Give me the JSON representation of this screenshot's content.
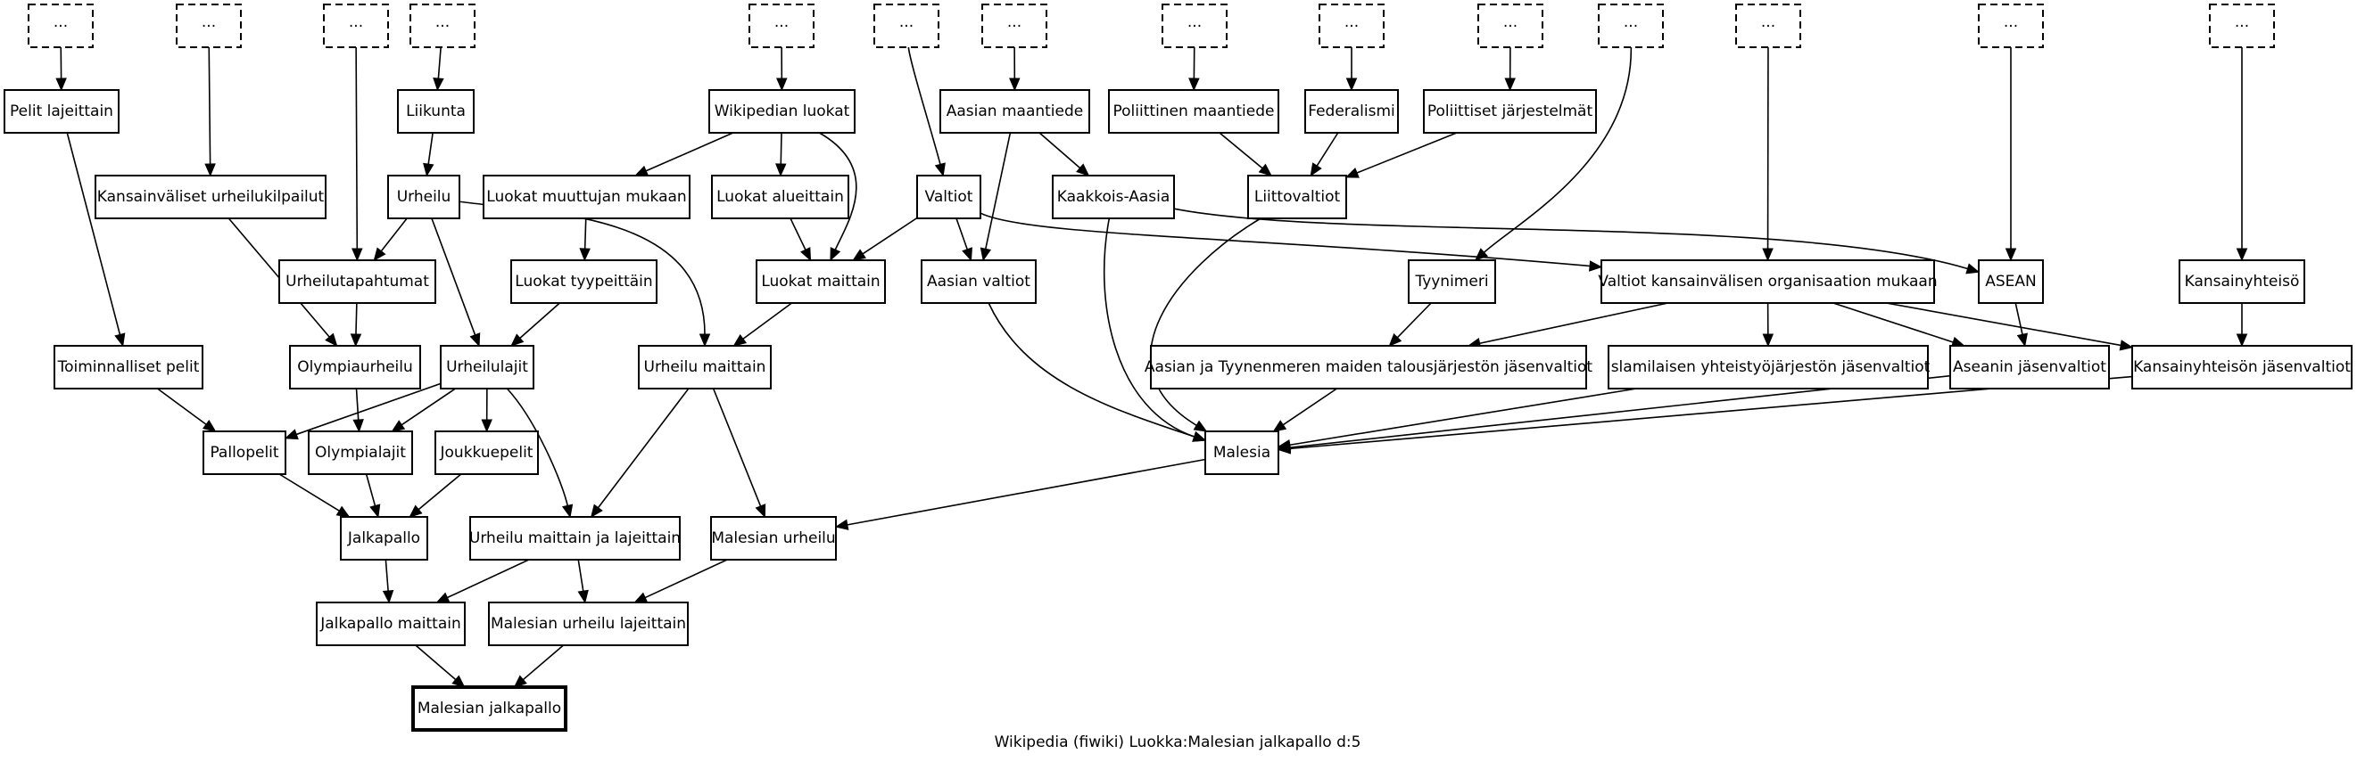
{
  "caption": "Wikipedia (fiwiki) Luokka:Malesian jalkapallo d:5",
  "nodes": [
    {
      "id": "e1",
      "label": "...",
      "style": "elided"
    },
    {
      "id": "e2",
      "label": "...",
      "style": "elided"
    },
    {
      "id": "e3",
      "label": "...",
      "style": "elided"
    },
    {
      "id": "e4",
      "label": "...",
      "style": "elided"
    },
    {
      "id": "e5",
      "label": "...",
      "style": "elided"
    },
    {
      "id": "e6",
      "label": "...",
      "style": "elided"
    },
    {
      "id": "e7",
      "label": "...",
      "style": "elided"
    },
    {
      "id": "e8",
      "label": "...",
      "style": "elided"
    },
    {
      "id": "e9",
      "label": "...",
      "style": "elided"
    },
    {
      "id": "e10",
      "label": "...",
      "style": "elided"
    },
    {
      "id": "e11",
      "label": "...",
      "style": "elided"
    },
    {
      "id": "e12",
      "label": "...",
      "style": "elided"
    },
    {
      "id": "e13",
      "label": "...",
      "style": "elided"
    },
    {
      "id": "e14",
      "label": "...",
      "style": "elided"
    },
    {
      "id": "pelit",
      "label": "Pelit lajeittain"
    },
    {
      "id": "liikunta",
      "label": "Liikunta"
    },
    {
      "id": "wikiluokat",
      "label": "Wikipedian luokat"
    },
    {
      "id": "aasianmaantiede",
      "label": "Aasian maantiede"
    },
    {
      "id": "polmaantiede",
      "label": "Poliittinen maantiede"
    },
    {
      "id": "federalismi",
      "label": "Federalismi"
    },
    {
      "id": "poljarj",
      "label": "Poliittiset järjestelmät"
    },
    {
      "id": "kvurheilu",
      "label": "Kansainväliset urheilukilpailut"
    },
    {
      "id": "urheilu",
      "label": "Urheilu"
    },
    {
      "id": "luokatmuut",
      "label": "Luokat muuttujan mukaan"
    },
    {
      "id": "luokatalue",
      "label": "Luokat alueittain"
    },
    {
      "id": "valtiot",
      "label": "Valtiot"
    },
    {
      "id": "kaakkois",
      "label": "Kaakkois-Aasia"
    },
    {
      "id": "liittovaltiot",
      "label": "Liittovaltiot"
    },
    {
      "id": "urheilutap",
      "label": "Urheilutapahtumat"
    },
    {
      "id": "luokattyyp",
      "label": "Luokat tyypeittäin"
    },
    {
      "id": "luokatmaittain",
      "label": "Luokat maittain"
    },
    {
      "id": "aasianvaltiot",
      "label": "Aasian valtiot"
    },
    {
      "id": "tyynimeri",
      "label": "Tyynimeri"
    },
    {
      "id": "valtiotkv",
      "label": "Valtiot kansainvälisen organisaation mukaan"
    },
    {
      "id": "asean",
      "label": "ASEAN"
    },
    {
      "id": "kansainyhteiso",
      "label": "Kansainyhteisö"
    },
    {
      "id": "toiminnalliset",
      "label": "Toiminnalliset pelit"
    },
    {
      "id": "olympiaurheilu",
      "label": "Olympiaurheilu"
    },
    {
      "id": "urheilulajit",
      "label": "Urheilulajit"
    },
    {
      "id": "urheilumaittain",
      "label": "Urheilu maittain"
    },
    {
      "id": "apec",
      "label": "Aasian ja Tyynenmeren maiden talousjärjestön jäsenvaltiot"
    },
    {
      "id": "islam",
      "label": "Islamilaisen yhteistyöjärjestön jäsenvaltiot"
    },
    {
      "id": "aseanjasen",
      "label": "Aseanin jäsenvaltiot"
    },
    {
      "id": "kansainjasen",
      "label": "Kansainyhteisön jäsenvaltiot"
    },
    {
      "id": "pallopelit",
      "label": "Pallopelit"
    },
    {
      "id": "olympialajit",
      "label": "Olympialajit"
    },
    {
      "id": "joukkuepelit",
      "label": "Joukkuepelit"
    },
    {
      "id": "malesia",
      "label": "Malesia"
    },
    {
      "id": "jalkapallo",
      "label": "Jalkapallo"
    },
    {
      "id": "urheilumaittainlaj",
      "label": "Urheilu maittain ja lajeittain"
    },
    {
      "id": "malesianurheilu",
      "label": "Malesian urheilu"
    },
    {
      "id": "jalkapallomaittain",
      "label": "Jalkapallo maittain"
    },
    {
      "id": "malurheilulaj",
      "label": "Malesian urheilu lajeittain"
    },
    {
      "id": "malesianjalkapallo",
      "label": "Malesian jalkapallo",
      "style": "target"
    }
  ],
  "edges": [
    [
      "e1",
      "pelit"
    ],
    [
      "e2",
      "kvurheilu"
    ],
    [
      "e3",
      "urheilutap"
    ],
    [
      "e4",
      "liikunta"
    ],
    [
      "e5",
      "wikiluokat"
    ],
    [
      "e6",
      "valtiot"
    ],
    [
      "e7",
      "aasianmaantiede"
    ],
    [
      "e8",
      "polmaantiede"
    ],
    [
      "e9",
      "federalismi"
    ],
    [
      "e10",
      "poljarj"
    ],
    [
      "e11",
      "tyynimeri"
    ],
    [
      "e12",
      "valtiotkv"
    ],
    [
      "e13",
      "asean"
    ],
    [
      "e14",
      "kansainyhteiso"
    ],
    [
      "pelit",
      "toiminnalliset"
    ],
    [
      "liikunta",
      "urheilu"
    ],
    [
      "wikiluokat",
      "luokatmuut"
    ],
    [
      "wikiluokat",
      "luokatalue"
    ],
    [
      "wikiluokat",
      "luokatmaittain"
    ],
    [
      "aasianmaantiede",
      "kaakkois"
    ],
    [
      "aasianmaantiede",
      "aasianvaltiot"
    ],
    [
      "polmaantiede",
      "liittovaltiot"
    ],
    [
      "federalismi",
      "liittovaltiot"
    ],
    [
      "poljarj",
      "liittovaltiot"
    ],
    [
      "kvurheilu",
      "olympiaurheilu"
    ],
    [
      "urheilu",
      "urheilutap"
    ],
    [
      "urheilu",
      "urheilulajit"
    ],
    [
      "urheilu",
      "urheilumaittain"
    ],
    [
      "luokatmuut",
      "luokattyyp"
    ],
    [
      "luokatalue",
      "luokatmaittain"
    ],
    [
      "valtiot",
      "luokatmaittain"
    ],
    [
      "valtiot",
      "aasianvaltiot"
    ],
    [
      "valtiot",
      "valtiotkv"
    ],
    [
      "kaakkois",
      "asean"
    ],
    [
      "kaakkois",
      "malesia"
    ],
    [
      "liittovaltiot",
      "malesia"
    ],
    [
      "urheilutap",
      "olympiaurheilu"
    ],
    [
      "luokattyyp",
      "urheilulajit"
    ],
    [
      "luokatmaittain",
      "urheilumaittain"
    ],
    [
      "aasianvaltiot",
      "malesia"
    ],
    [
      "tyynimeri",
      "apec"
    ],
    [
      "valtiotkv",
      "apec"
    ],
    [
      "valtiotkv",
      "islam"
    ],
    [
      "valtiotkv",
      "aseanjasen"
    ],
    [
      "valtiotkv",
      "kansainjasen"
    ],
    [
      "asean",
      "aseanjasen"
    ],
    [
      "kansainyhteiso",
      "kansainjasen"
    ],
    [
      "toiminnalliset",
      "pallopelit"
    ],
    [
      "olympiaurheilu",
      "olympialajit"
    ],
    [
      "urheilulajit",
      "pallopelit"
    ],
    [
      "urheilulajit",
      "olympialajit"
    ],
    [
      "urheilulajit",
      "joukkuepelit"
    ],
    [
      "urheilulajit",
      "urheilumaittainlaj"
    ],
    [
      "urheilumaittain",
      "urheilumaittainlaj"
    ],
    [
      "urheilumaittain",
      "malesianurheilu"
    ],
    [
      "apec",
      "malesia"
    ],
    [
      "islam",
      "malesia"
    ],
    [
      "aseanjasen",
      "malesia"
    ],
    [
      "kansainjasen",
      "malesia"
    ],
    [
      "pallopelit",
      "jalkapallo"
    ],
    [
      "olympialajit",
      "jalkapallo"
    ],
    [
      "joukkuepelit",
      "jalkapallo"
    ],
    [
      "malesia",
      "malesianurheilu"
    ],
    [
      "jalkapallo",
      "jalkapallomaittain"
    ],
    [
      "urheilumaittainlaj",
      "jalkapallomaittain"
    ],
    [
      "urheilumaittainlaj",
      "malurheilulaj"
    ],
    [
      "malesianurheilu",
      "malurheilulaj"
    ],
    [
      "jalkapallomaittain",
      "malesianjalkapallo"
    ],
    [
      "malurheilulaj",
      "malesianjalkapallo"
    ]
  ]
}
